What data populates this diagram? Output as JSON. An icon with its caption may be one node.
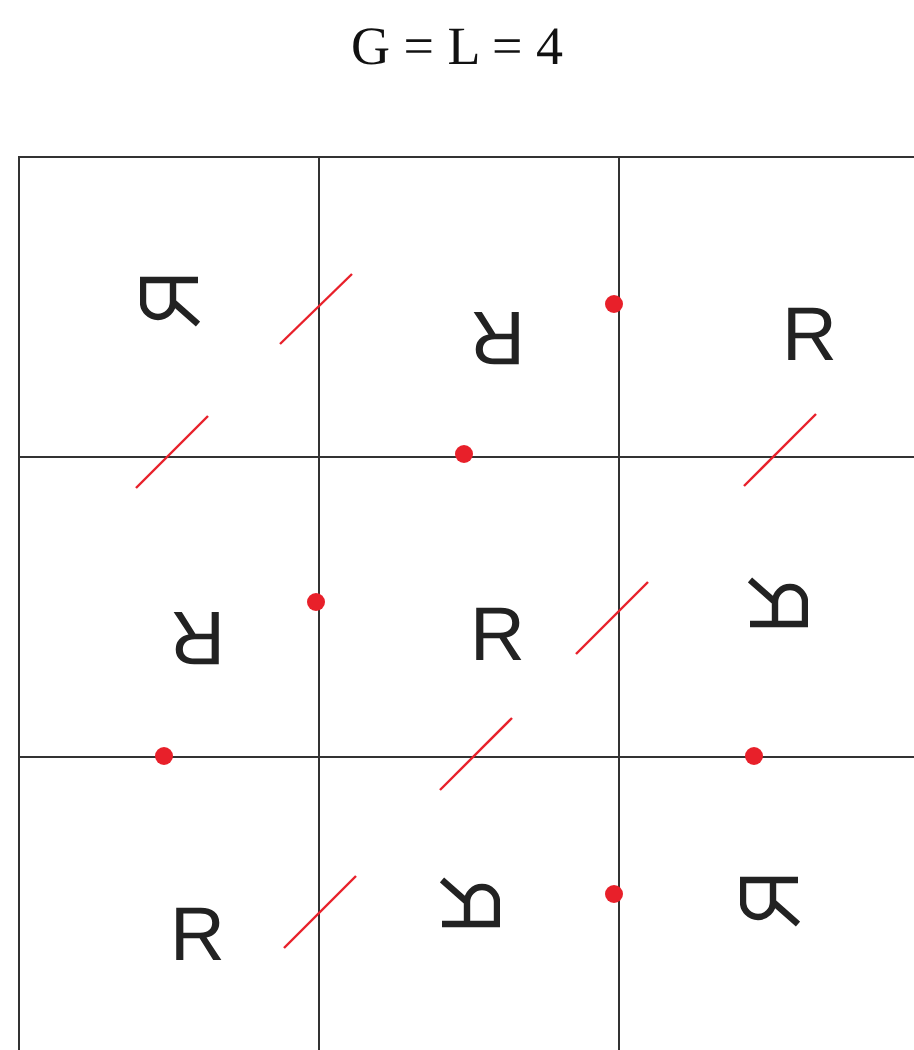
{
  "diagram": {
    "title": "G = L = 4",
    "nodes": [
      {
        "text": [],
        "shape": "box"
      },
      {
        "text": [
          "R"
        ]
      },
      {
        "text": [
          "R"
        ]
      },
      {
        "text": [
          "R"
        ]
      },
      {
        "text": [
          "R"
        ]
      },
      {
        "text": [],
        "shape": "box"
      },
      {
        "text": [
          "R"
        ]
      },
      {
        "text": [],
        "shape": "box"
      },
      {
        "text": [],
        "shape": "box"
      }
    ]
  }
}
